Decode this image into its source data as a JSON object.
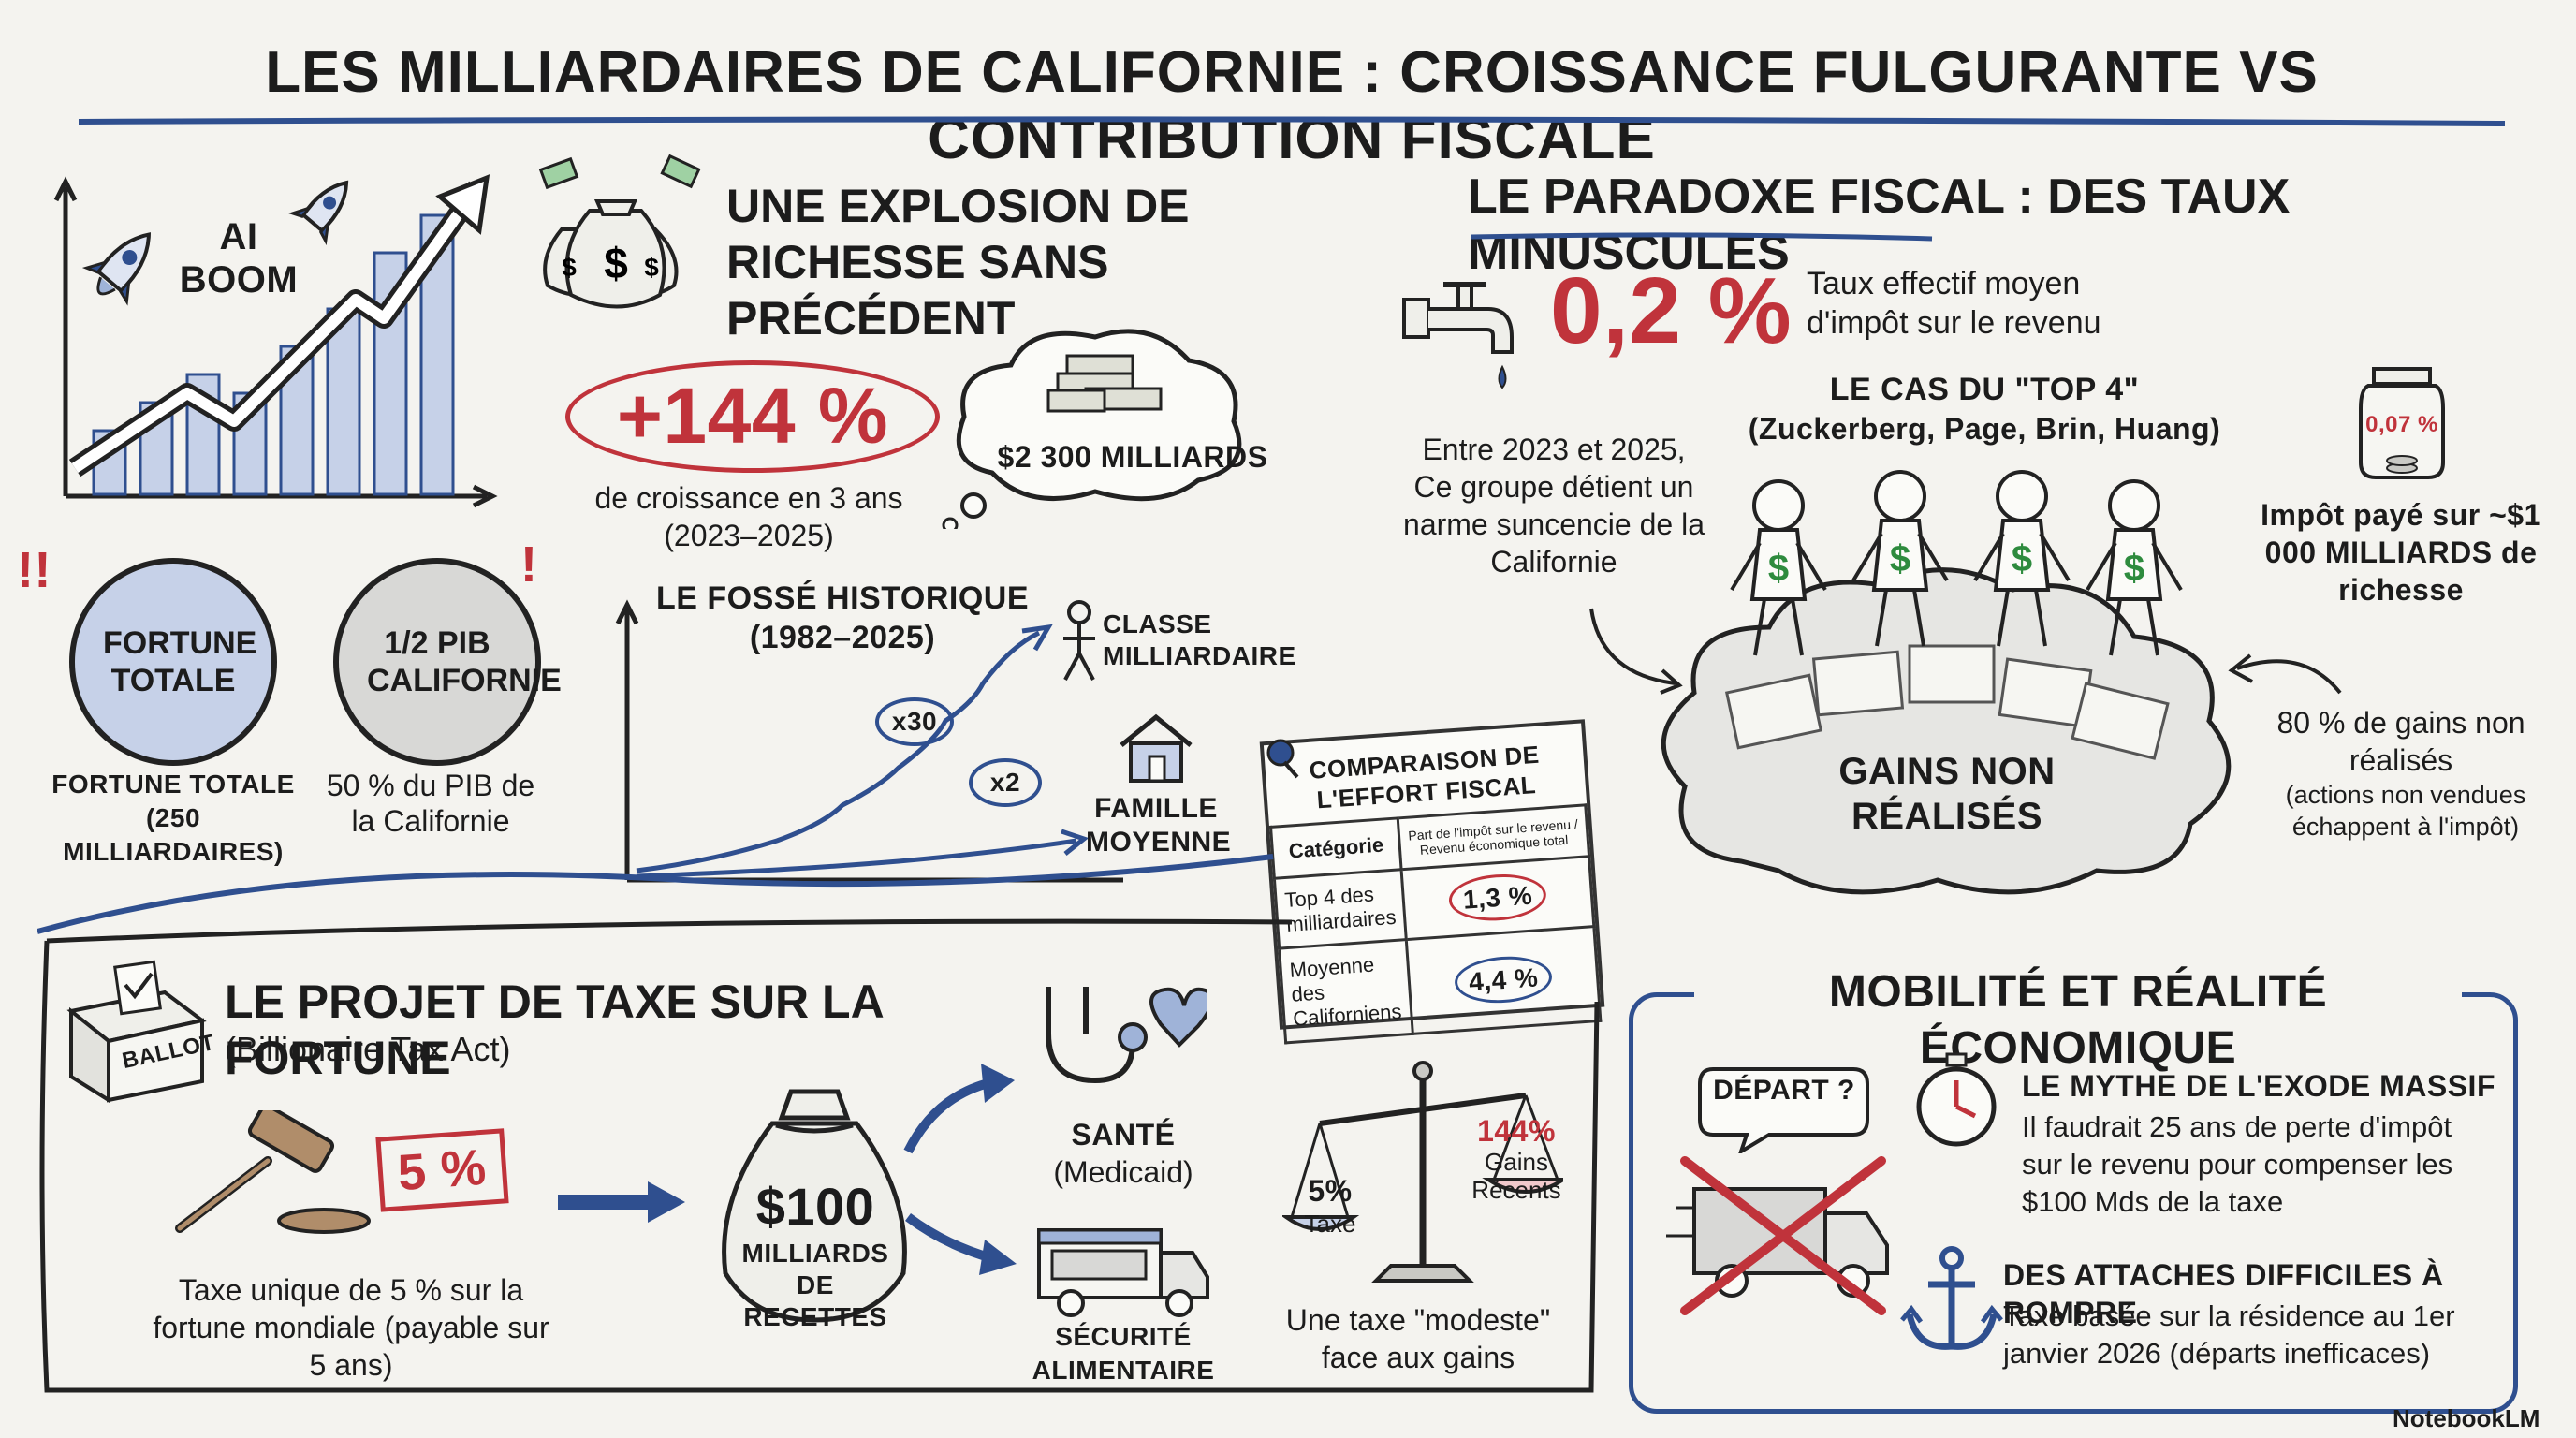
{
  "title": "LES MILLIARDAIRES DE CALIFORNIE : CROISSANCE FULGURANTE VS CONTRIBUTION FISCALE",
  "colors": {
    "accent_red": "#c0333b",
    "accent_navy": "#2f4f8f",
    "ink": "#1c1c1c",
    "paper": "#f4f3ef"
  },
  "ai_boom": {
    "label": "AI BOOM",
    "icons": [
      "rocket-icon",
      "rocket-icon"
    ]
  },
  "explosion": {
    "title": "UNE EXPLOSION DE RICHESSE SANS PRÉCÉDENT",
    "growth_pct": "+144 %",
    "growth_caption": "de croissance en 3 ans (2023–2025)",
    "cloud_amount": "$2 300 MILLIARDS",
    "icon": "money-bags-icon"
  },
  "circles": [
    {
      "label": "FORTUNE TOTALE",
      "caption": "FORTUNE TOTALE (250 MILLIARDAIRES)"
    },
    {
      "label": "1/2 PIB CALIFORNIE",
      "caption": "50 % du PIB de la Californie"
    }
  ],
  "gap": {
    "title": "LE FOSSÉ HISTORIQUE (1982–2025)",
    "billionaire_label": "CLASSE MILLIARDAIRE",
    "billionaire_mult": "x30",
    "family_label": "FAMILLE MOYENNE",
    "family_mult": "x2"
  },
  "comparison": {
    "title": "COMPARAISON DE L'EFFORT FISCAL",
    "headers": [
      "Catégorie",
      "Part de l'impôt sur le revenu / Revenu économique total"
    ],
    "rows": [
      {
        "category": "Top 4 des milliardaires",
        "value": "1,3 %"
      },
      {
        "category": "Moyenne des Californiens",
        "value": "4,4 %"
      }
    ]
  },
  "paradox": {
    "title": "LE PARADOXE FISCAL : DES TAUX MINUSCULES",
    "rate": "0,2 %",
    "rate_caption": "Taux effectif moyen d'impôt sur le revenu",
    "period_text": "Entre 2023 et 2025, Ce groupe détient un narme suncencie de la Californie",
    "top4_title": "LE CAS DU \"TOP 4\"",
    "top4_names": "(Zuckerberg, Page, Brin, Huang)",
    "jar_rate": "0,07 %",
    "jar_caption": "Impôt payé sur ~$1 000 MILLIARDS de richesse",
    "cloud_label": "GAINS NON RÉALISÉS",
    "unrealized_text": "80 % de gains non réalisés",
    "unrealized_note": "(actions non vendues échappent à l'impôt)"
  },
  "tax_project": {
    "title": "LE PROJET DE TAXE SUR LA FORTUNE",
    "subtitle": "(Billionaire Tax Act)",
    "ballot": "BALLOT",
    "rate_stamp": "5 %",
    "rate_caption": "Taxe unique de 5 % sur la fortune mondiale (payable sur 5 ans)",
    "revenue_amount": "$100",
    "revenue_caption": "MILLIARDS DE RECETTES",
    "health_label": "SANTÉ",
    "health_sub": "(Medicaid)",
    "food_label": "SÉCURITÉ ALIMENTAIRE",
    "scale_left_top": "5%",
    "scale_left_bottom": "Taxe",
    "scale_right_top": "144%",
    "scale_right_bottom": "Gains Récents",
    "scale_caption": "Une taxe \"modeste\" face aux gains"
  },
  "mobility": {
    "title": "MOBILITÉ ET RÉALITÉ ÉCONOMIQUE",
    "bubble": "DÉPART ?",
    "myth_title": "LE MYTHE DE L'EXODE MASSIF",
    "myth_text": "Il faudrait 25 ans de perte d'impôt sur le revenu pour compenser les $100 Mds de la taxe",
    "ties_title": "DES ATTACHES DIFFICILES À ROMPRE",
    "ties_text": "Taxe basée sur la résidence au 1er janvier 2026 (départs inefficaces)"
  },
  "watermark": "NotebookLM"
}
